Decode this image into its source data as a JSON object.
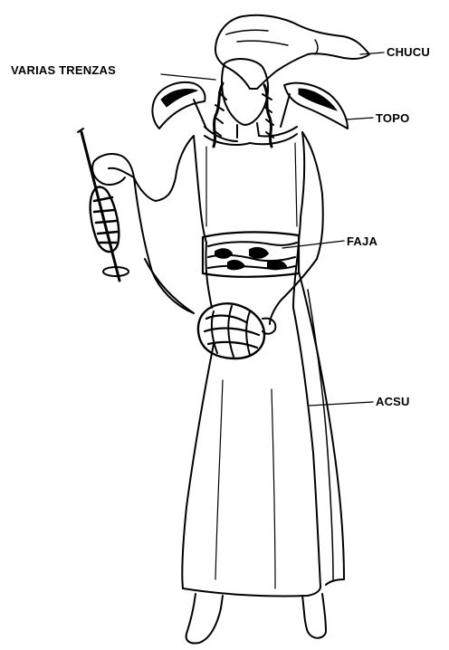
{
  "figure": {
    "labels": {
      "chucu": "CHUCU",
      "varias_trenzas": "VARIAS TRENZAS",
      "topo": "TOPO",
      "faja": "FAJA",
      "acsu": "ACSU"
    }
  },
  "colors": {
    "ink": "#000000",
    "paper": "#ffffff"
  }
}
